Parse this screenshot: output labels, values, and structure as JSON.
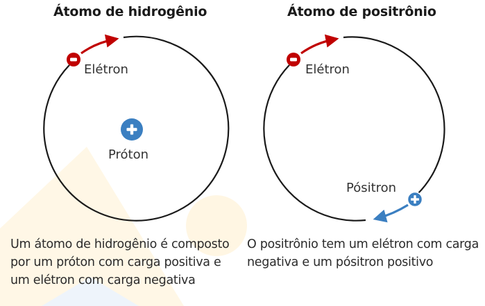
{
  "colors": {
    "electron": "#c00000",
    "proton": "#3b7fc1",
    "positron": "#3b7fc1",
    "orbit": "#1a1a1a",
    "background_shape": "#fff6e3",
    "background_shape_blue": "#eef4fb"
  },
  "panels": [
    {
      "title": "Átomo de hidrogênio",
      "electron_label": "Elétron",
      "nucleus_label": "Próton",
      "caption": "Um átomo de hidrogênio é composto por um próton com carga positiva e um elétron com carga negativa"
    },
    {
      "title": "Átomo de positrônio",
      "electron_label": "Elétron",
      "positron_label": "Pósitron",
      "caption": "O positrônio tem um elétron com carga negativa e um pósitron positivo"
    }
  ],
  "icons": {
    "electron": "minus-in-circle",
    "proton": "plus-in-circle",
    "positron": "plus-in-circle",
    "electron_arrow": "arrow-clockwise",
    "positron_arrow": "arrow-clockwise"
  }
}
